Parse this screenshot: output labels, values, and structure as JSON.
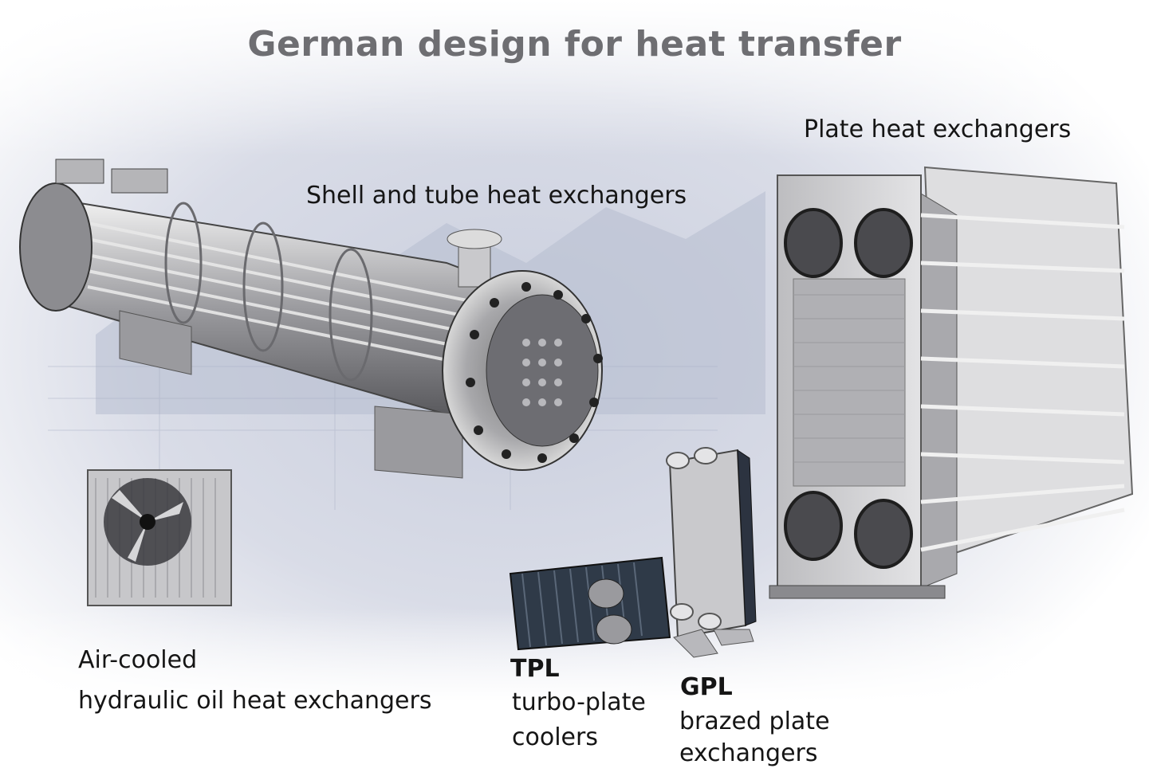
{
  "title": "German design for heat transfer",
  "labels": {
    "shell_tube": "Shell and tube heat exchangers",
    "plate": "Plate heat exchangers",
    "air_cooled_line1": "Air-cooled",
    "air_cooled_line2": "hydraulic oil heat exchangers",
    "tpl_code": "TPL",
    "tpl_line1": "turbo-plate",
    "tpl_line2": "coolers",
    "gpl_code": "GPL",
    "gpl_line1": "brazed plate",
    "gpl_line2": "exchangers"
  },
  "colors": {
    "title": "#6e6e72",
    "text": "#151515",
    "backdrop": "#cfd3e1",
    "metal_light": "#d8d8d8",
    "metal_dark": "#5a5a5e",
    "fin_dark": "#2f3a48"
  }
}
